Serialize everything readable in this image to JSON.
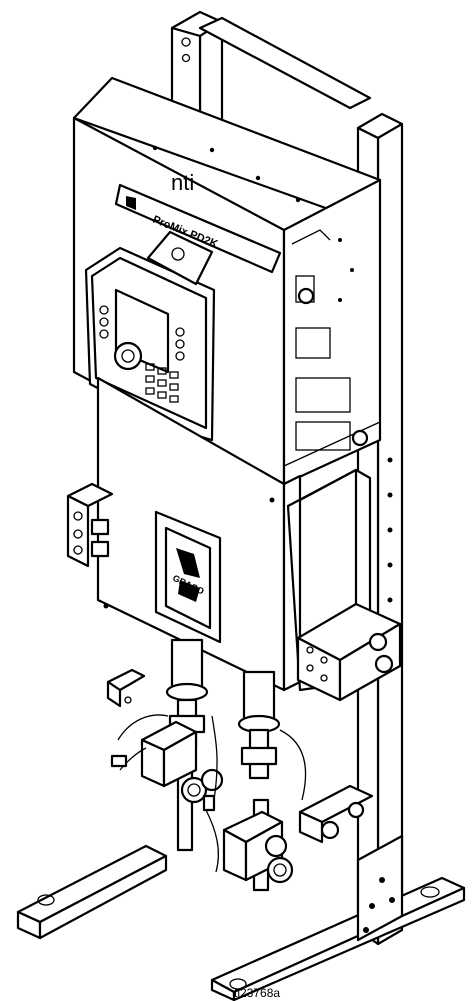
{
  "page_label": "nti",
  "figure_id": "ti23768a",
  "product": {
    "model_label": "ProMix PD2K",
    "brand_label": "GRACO"
  },
  "colors": {
    "line": "#000000",
    "background": "#ffffff"
  }
}
